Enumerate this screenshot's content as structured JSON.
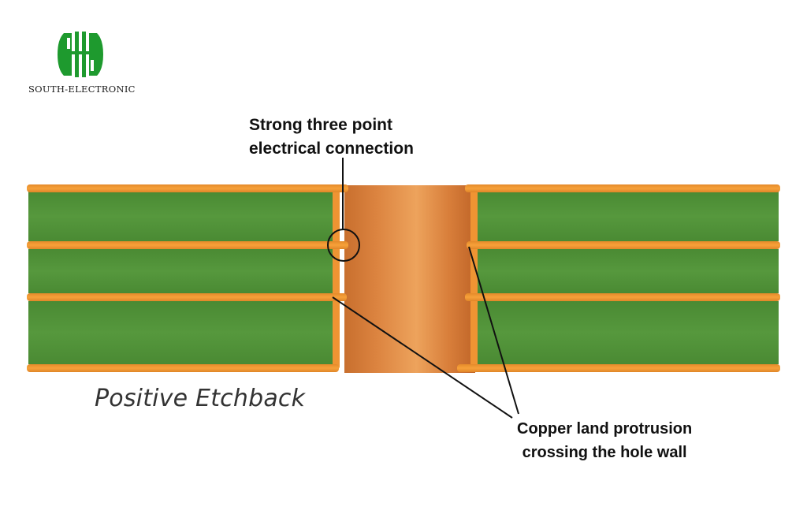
{
  "brand": {
    "name": "SOUTH-ELECTRONIC",
    "logo_icon": "south-electronic-logo-icon",
    "color": "#1e9a2e"
  },
  "diagram": {
    "title": "Positive Etchback",
    "annotations": {
      "top": {
        "line1": "Strong three point",
        "line2": "electrical connection"
      },
      "bottom_right": {
        "line1": "Copper land protrusion",
        "line2": "crossing the hole wall"
      }
    },
    "colors": {
      "laminate": "#4e8f37",
      "copper_layer": "#f19a34",
      "barrel": "#d9823f",
      "barrel_highlight": "#eea25b",
      "callout_line": "#111111"
    },
    "layers": [
      "top-copper",
      "inner-copper-1",
      "inner-copper-2",
      "bottom-copper"
    ]
  }
}
